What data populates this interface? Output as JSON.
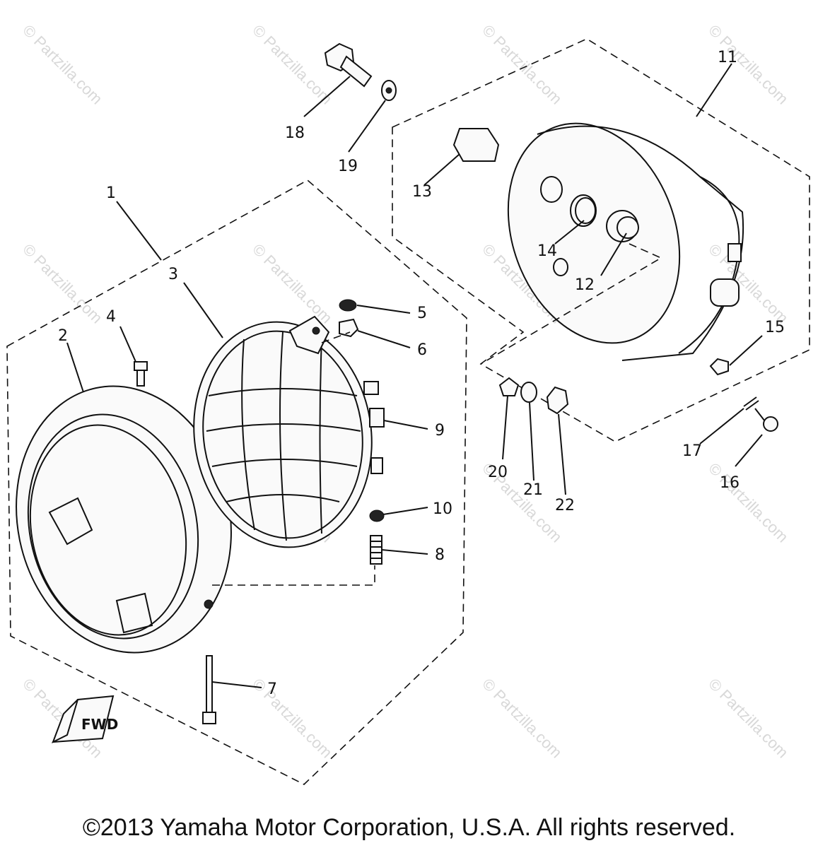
{
  "watermark": "© Partzilla.com",
  "copyright": "©2013 Yamaha Motor Corporation, U.S.A. All rights reserved.",
  "fwd_mark": "FWD",
  "callouts": [
    "1",
    "2",
    "3",
    "4",
    "5",
    "6",
    "7",
    "8",
    "9",
    "10",
    "11",
    "12",
    "13",
    "14",
    "15",
    "16",
    "17",
    "18",
    "19",
    "20",
    "21",
    "22"
  ]
}
